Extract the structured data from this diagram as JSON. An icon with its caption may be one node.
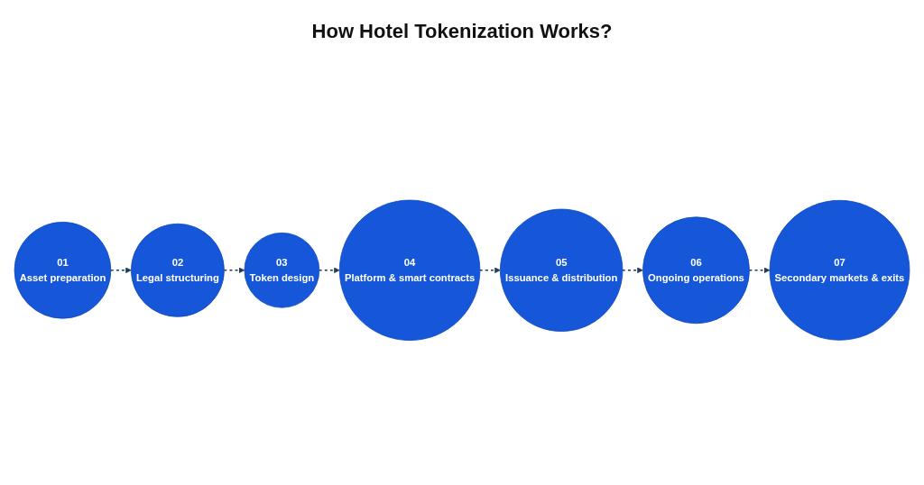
{
  "diagram": {
    "title": "How Hotel Tokenization Works?",
    "nodes": [
      {
        "text": [
          "01",
          "Asset preparation"
        ]
      },
      {
        "text": [
          "02",
          "Legal structuring"
        ]
      },
      {
        "text": [
          "03",
          "Token design"
        ]
      },
      {
        "text": [
          "04",
          "Platform & smart contracts"
        ]
      },
      {
        "text": [
          "05",
          "Issuance & distribution"
        ]
      },
      {
        "text": [
          "06",
          "Ongoing operations"
        ]
      },
      {
        "text": [
          "07",
          "Secondary markets & exits"
        ]
      }
    ],
    "edges": [
      {
        "from": 0,
        "to": 1,
        "arrow": "to",
        "style": "dashed"
      },
      {
        "from": 1,
        "to": 2,
        "arrow": "to",
        "style": "dashed"
      },
      {
        "from": 2,
        "to": 3,
        "arrow": "to",
        "style": "dashed"
      },
      {
        "from": 3,
        "to": 4,
        "arrow": "to",
        "style": "dashed"
      },
      {
        "from": 4,
        "to": 5,
        "arrow": "to",
        "style": "dashed"
      },
      {
        "from": 5,
        "to": 6,
        "arrow": "to",
        "style": "dashed"
      }
    ]
  }
}
